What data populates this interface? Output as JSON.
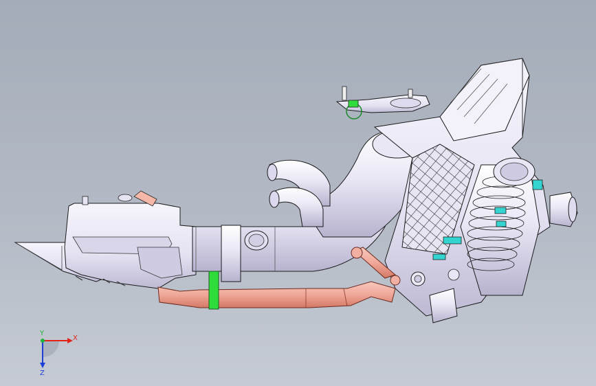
{
  "viewport": {
    "background_top": "#a4acb9",
    "background_bottom": "#c6cbd3"
  },
  "model": {
    "colors": {
      "housing": "#ebe9f6",
      "housing_shade": "#c9c6dc",
      "outline": "#1a1a1a",
      "pipe": "#f2b0a2",
      "pipe_shade": "#d97e6c",
      "clamp_green": "#2fdc3b",
      "clip_cyan": "#34d4d0"
    }
  },
  "triad": {
    "x_label": "X",
    "y_label": "Y",
    "z_label": "Z",
    "x_color": "#e2231a",
    "y_color": "#22b33a",
    "z_color": "#1d3fd6"
  }
}
